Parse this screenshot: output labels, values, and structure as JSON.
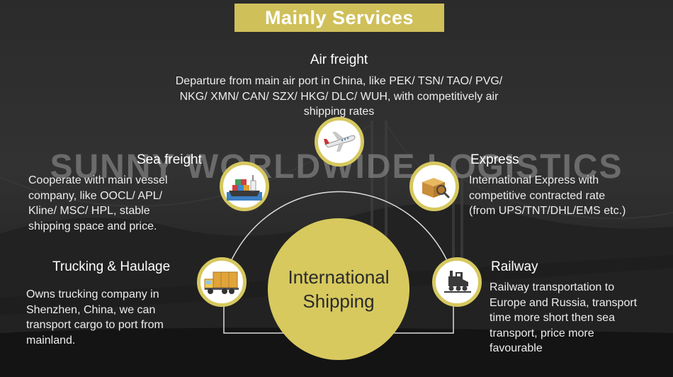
{
  "title": "Mainly Services",
  "watermark": "SUNNY WORLDWIDE LOGISTICS",
  "center": {
    "line1": "International",
    "line2": "Shipping"
  },
  "services": {
    "air": {
      "heading": "Air freight",
      "line1": "Departure from main air port in China, like PEK/ TSN/ TAO/ PVG/",
      "line2": "NKG/ XMN/ CAN/ SZX/ HKG/ DLC/ WUH, with competitively air",
      "line3": "shipping rates",
      "icon": "airplane-icon"
    },
    "sea": {
      "heading": "Sea freight",
      "line1": "Cooperate with main vessel",
      "line2": "company, like OOCL/ APL/",
      "line3": "Kline/ MSC/ HPL, stable",
      "line4": "shipping space and price.",
      "icon": "container-ship-icon"
    },
    "express": {
      "heading": "Express",
      "line1": "International Express with",
      "line2": "competitive contracted rate",
      "line3": "(from UPS/TNT/DHL/EMS etc.)",
      "icon": "parcel-magnifier-icon"
    },
    "trucking": {
      "heading": "Trucking & Haulage",
      "line1": "Owns trucking company in",
      "line2": "Shenzhen, China, we can",
      "line3": "transport cargo to port from",
      "line4": "mainland.",
      "icon": "truck-icon"
    },
    "railway": {
      "heading": "Railway",
      "line1": "Railway transportation to",
      "line2": "Europe and Russia, transport",
      "line3": "time more short then sea",
      "line4": "transport, price more",
      "line5": "favourable",
      "icon": "train-icon"
    }
  },
  "colors": {
    "accent": "#d7c95e",
    "title_bg": "#cfc05a",
    "background": "#262626"
  }
}
